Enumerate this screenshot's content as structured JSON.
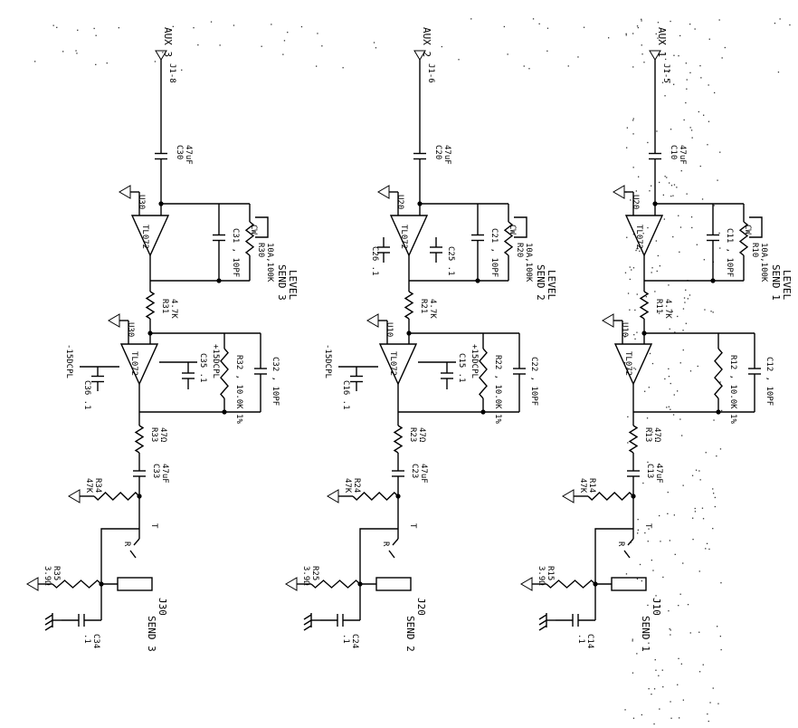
{
  "channels": [
    {
      "id": "ch3",
      "aux": "AUX 3",
      "conn_in": "J1-8",
      "c_in": "C30",
      "c_in_val": "47uF",
      "u_a": "U30",
      "op_a": "TL072",
      "c_fb": "C31",
      "c_fb_val": "10PF",
      "pot": "R30",
      "pot_val": "10A,100K",
      "pot_cw": "CW",
      "send_level": "SEND 3",
      "level_word": "LEVEL",
      "r_mid": "R31",
      "r_mid_val": "4.7K",
      "u_b": "U30",
      "op_b": "TL072",
      "c_neg": "C36",
      "c_neg_val": ".1",
      "neg_rail": "-15DCPL",
      "c_pos": "C35",
      "c_pos_val": ".1",
      "pos_rail": "+15DCPL",
      "r_fb2": "R32",
      "r_fb2_val": "10.0K 1%",
      "c_fb2": "C32",
      "c_fb2_val": "10PF",
      "r_out": "R33",
      "r_out_val": "47Ω",
      "c_out": "C33",
      "c_out_val": "47uF",
      "r_gnd": "R34",
      "r_gnd_val": "47K",
      "tip": "T",
      "ring": "R",
      "r_ring": "R35",
      "r_ring_val": "3.9Ω",
      "jack": "J30",
      "send_out": "SEND 3",
      "c_chassis": "C34",
      "c_chassis_val": ".1"
    },
    {
      "id": "ch2",
      "aux": "AUX 2",
      "conn_in": "J1-6",
      "c_in": "C20",
      "c_in_val": "47uF",
      "u_a": "U20",
      "op_a": "TL072",
      "c_fb": "C21",
      "c_fb_val": "10PF",
      "pot": "R20",
      "pot_val": "10A,100K",
      "pot_cw": "CW",
      "send_level": "SEND 2",
      "level_word": "LEVEL",
      "r_mid": "R21",
      "r_mid_val": "4.7K",
      "u_b": "U10",
      "op_b": "TL072",
      "c_neg": "C16",
      "c_neg_val": ".1",
      "neg_rail": "-15DCPL",
      "c_pos": "C15",
      "c_pos_val": ".1",
      "pos_rail": "+15DCPL",
      "r_fb2": "R22",
      "r_fb2_val": "10.0K 1%",
      "c_fb2": "C22",
      "c_fb2_val": "10PF",
      "r_out": "R23",
      "r_out_val": "47Ω",
      "c_out": "C23",
      "c_out_val": "47uF",
      "r_gnd": "R24",
      "r_gnd_val": "47K",
      "tip": "T",
      "ring": "R",
      "r_ring": "R25",
      "r_ring_val": "3.9Ω",
      "jack": "J20",
      "send_out": "SEND 2",
      "c_chassis": "C24",
      "c_chassis_val": ".1",
      "extra_caps": {
        "c_a": "C26",
        "c_a_val": ".1",
        "c_b": "C25",
        "c_b_val": ".1"
      }
    },
    {
      "id": "ch1",
      "aux": "AUX 1",
      "conn_in": "J1-5",
      "c_in": "C10",
      "c_in_val": "47uF",
      "u_a": "U20",
      "op_a": "TL072",
      "c_fb": "C11",
      "c_fb_val": "10PF",
      "pot": "R10",
      "pot_val": "10A,100K",
      "pot_cw": "CW",
      "send_level": "SEND 1",
      "level_word": "LEVEL",
      "r_mid": "R11",
      "r_mid_val": "4.7K",
      "u_b": "U10",
      "op_b": "TL072",
      "c_neg": "",
      "c_neg_val": "",
      "neg_rail": "",
      "c_pos": "",
      "c_pos_val": "",
      "pos_rail": "",
      "r_fb2": "R12",
      "r_fb2_val": "10.0K 1%",
      "c_fb2": "C12",
      "c_fb2_val": "10PF",
      "r_out": "R13",
      "r_out_val": "47Ω",
      "c_out": "C13",
      "c_out_val": "47uF",
      "r_gnd": "R14",
      "r_gnd_val": "47K",
      "tip": "T",
      "ring": "R",
      "r_ring": "R15",
      "r_ring_val": "3.9Ω",
      "jack": "J10",
      "send_out": "SEND 1",
      "c_chassis": "C14",
      "c_chassis_val": ".1"
    }
  ]
}
